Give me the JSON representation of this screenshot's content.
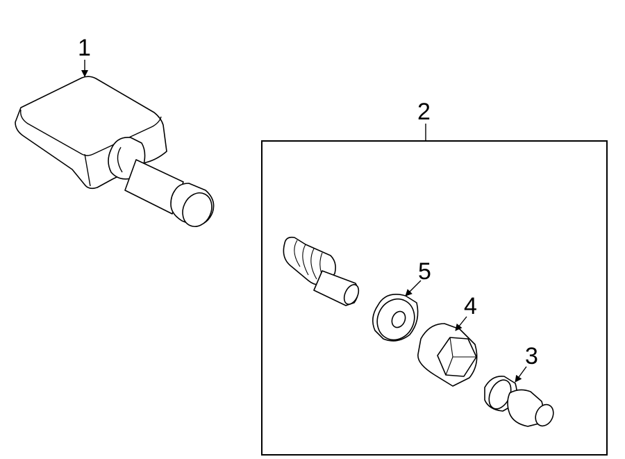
{
  "callouts": {
    "sensor": "1",
    "kit": "2",
    "cap": "3",
    "nut": "4",
    "washer": "5"
  },
  "colors": {
    "line": "#000000",
    "background": "#ffffff"
  }
}
